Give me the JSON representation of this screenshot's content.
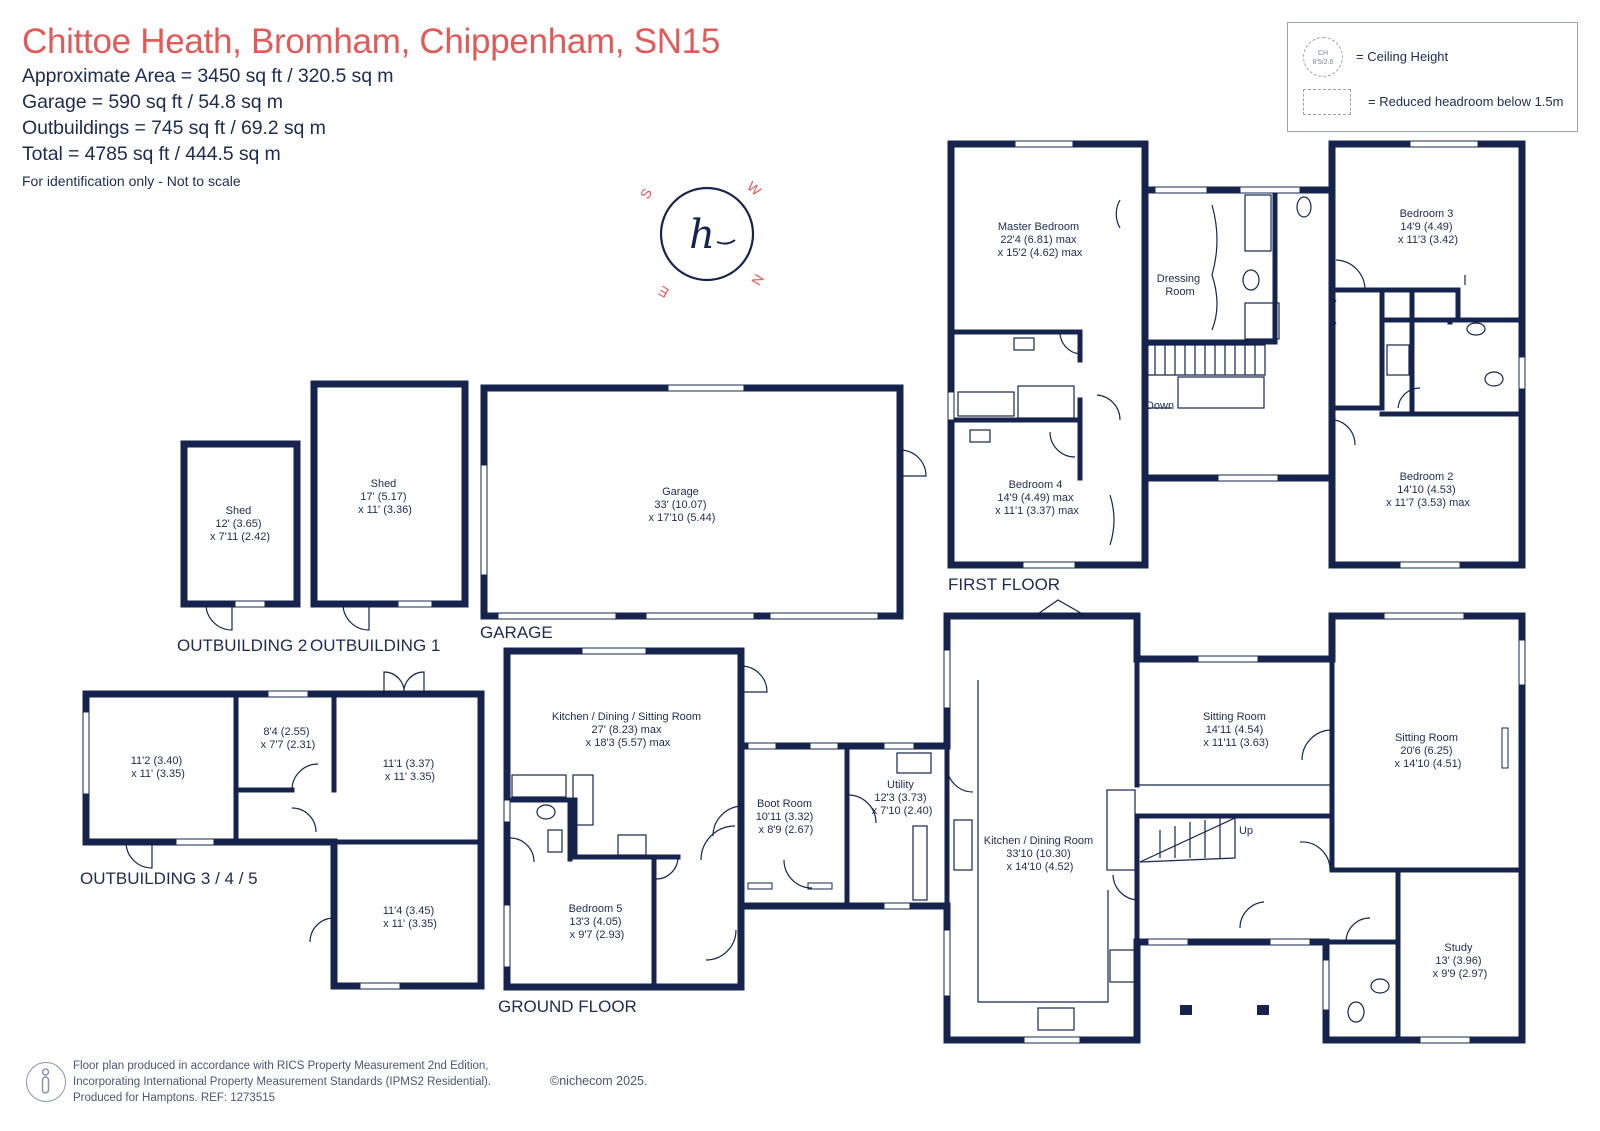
{
  "header": {
    "title": "Chittoe Heath, Bromham, Chippenham, SN15",
    "area_lines": [
      "Approximate Area = 3450 sq ft / 320.5 sq m",
      "Garage = 590 sq ft / 54.8 sq m",
      "Outbuildings = 745 sq ft / 69.2 sq m",
      "Total = 4785 sq ft / 444.5 sq m"
    ],
    "note": "For identification only - Not to scale"
  },
  "legend": {
    "ch_badge_top": "CH",
    "ch_badge_bottom": "8'5/2.6",
    "ceiling_height": "= Ceiling Height",
    "reduced_headroom": "= Reduced headroom below 1.5m"
  },
  "compass": {
    "logo": "h",
    "s": "S",
    "w": "W",
    "n": "N",
    "e": "E"
  },
  "floors": {
    "first": "FIRST FLOOR",
    "ground": "GROUND FLOOR",
    "garage": "GARAGE",
    "out2": "OUTBUILDING 2",
    "out1": "OUTBUILDING 1",
    "out345": "OUTBUILDING 3 / 4 / 5"
  },
  "rooms": {
    "master": [
      "Master Bedroom",
      "22'4 (6.81) max",
      "x 15'2 (4.62)  max"
    ],
    "dressing": [
      "Dressing",
      "Room"
    ],
    "bed3": [
      "Bedroom 3",
      "14'9 (4.49)",
      "x 11'3 (3.42)"
    ],
    "bed4": [
      "Bedroom 4",
      "14'9 (4.49) max",
      "x 11'1 (3.37) max"
    ],
    "bed2": [
      "Bedroom 2",
      "14'10 (4.53)",
      "x 11'7 (3.53) max"
    ],
    "down": "Down",
    "shed2": [
      "Shed",
      "12' (3.65)",
      "x 7'11 (2.42)"
    ],
    "shed1": [
      "Shed",
      "17' (5.17)",
      "x 11' (3.36)"
    ],
    "garage": [
      "Garage",
      "33' (10.07)",
      "x 17'10 (5.44)"
    ],
    "o3": [
      "11'2 (3.40)",
      "x 11' (3.35)"
    ],
    "o4": [
      "8'4 (2.55)",
      "x 7'7 (2.31)"
    ],
    "o5": [
      "11'1 (3.37)",
      "x 11' 3.35)"
    ],
    "o6": [
      "11'4 (3.45)",
      "x 11' (3.35)"
    ],
    "kitchen_ds": [
      "Kitchen / Dining / Sitting Room",
      "27' (8.23) max",
      "x 18'3 (5.57)  max"
    ],
    "bed5": [
      "Bedroom 5",
      "13'3 (4.05)",
      "x 9'7 (2.93)"
    ],
    "boot": [
      "Boot Room",
      "10'11 (3.32)",
      "x 8'9 (2.67)"
    ],
    "utility": [
      "Utility",
      "12'3 (3.73)",
      "x 7'10 (2.40)"
    ],
    "kitchen_d": [
      "Kitchen / Dining Room",
      "33'10 (10.30)",
      "x 14'10 (4.52)"
    ],
    "sitting_s": [
      "Sitting Room",
      "14'11 (4.54)",
      "x 11'11 (3.63)"
    ],
    "sitting_l": [
      "Sitting Room",
      "20'6 (6.25)",
      "x 14'10 (4.51)"
    ],
    "up": "Up",
    "study": [
      "Study",
      "13' (3.96)",
      "x 9'9 (2.97)"
    ]
  },
  "footer": {
    "lines": [
      "Floor plan produced in accordance with RICS Property Measurement 2nd Edition,",
      "Incorporating International Property Measurement Standards (IPMS2 Residential).",
      "Produced for Hamptons.   REF:  1273515"
    ],
    "copyright": "©nichecom 2025."
  },
  "colors": {
    "title": "#e05a5a",
    "wall": "#16244d",
    "text": "#1d2b4f"
  }
}
